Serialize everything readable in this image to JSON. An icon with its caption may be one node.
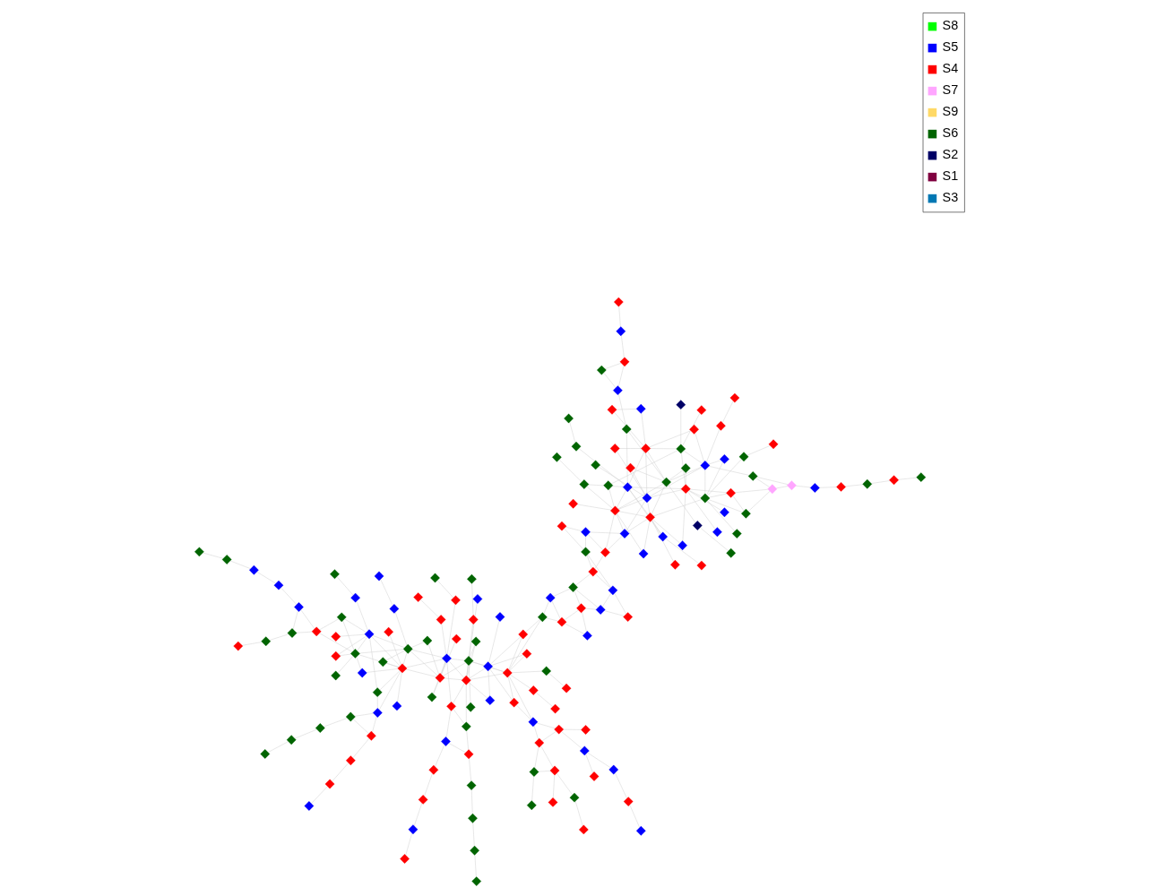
{
  "diagram": {
    "nodes": [
      {
        "text": [],
        "shape": "diamond"
      },
      {
        "text": [],
        "shape": "diamond"
      },
      {
        "text": [],
        "shape": "diamond"
      },
      {
        "text": [],
        "shape": "diamond"
      },
      {
        "text": [],
        "shape": "diamond"
      },
      {
        "text": [],
        "shape": "diamond"
      },
      {
        "text": [],
        "shape": "diamond"
      },
      {
        "text": [],
        "shape": "diamond"
      },
      {
        "text": [],
        "shape": "diamond"
      },
      {
        "text": [],
        "shape": "diamond"
      },
      {
        "text": [],
        "shape": "diamond"
      },
      {
        "text": [],
        "shape": "diamond"
      },
      {
        "text": [],
        "shape": "diamond"
      },
      {
        "text": [],
        "shape": "diamond"
      },
      {
        "text": [],
        "shape": "diamond"
      },
      {
        "text": [],
        "shape": "diamond"
      },
      {
        "text": [],
        "shape": "diamond"
      },
      {
        "text": [],
        "shape": "diamond"
      },
      {
        "text": [],
        "shape": "diamond"
      },
      {
        "text": [],
        "shape": "diamond"
      },
      {
        "text": [],
        "shape": "diamond"
      },
      {
        "text": [],
        "shape": "diamond"
      },
      {
        "text": [],
        "shape": "diamond"
      },
      {
        "text": [],
        "shape": "diamond"
      },
      {
        "text": [],
        "shape": "diamond"
      },
      {
        "text": [],
        "shape": "diamond"
      },
      {
        "text": [],
        "shape": "diamond"
      },
      {
        "text": [],
        "shape": "diamond"
      },
      {
        "text": [],
        "shape": "diamond"
      },
      {
        "text": [],
        "shape": "diamond"
      },
      {
        "text": [],
        "shape": "diamond"
      },
      {
        "text": [],
        "shape": "diamond"
      },
      {
        "text": [],
        "shape": "diamond"
      },
      {
        "text": [],
        "shape": "diamond"
      },
      {
        "text": [],
        "shape": "diamond"
      },
      {
        "text": [],
        "shape": "diamond"
      },
      {
        "text": [],
        "shape": "diamond"
      },
      {
        "text": [],
        "shape": "diamond"
      },
      {
        "text": [],
        "shape": "diamond"
      },
      {
        "text": [],
        "shape": "diamond"
      },
      {
        "text": [],
        "shape": "diamond"
      },
      {
        "text": [],
        "shape": "diamond"
      },
      {
        "text": [],
        "shape": "diamond"
      },
      {
        "text": [],
        "shape": "diamond"
      },
      {
        "text": [],
        "shape": "diamond"
      },
      {
        "text": [],
        "shape": "diamond"
      },
      {
        "text": [],
        "shape": "diamond"
      },
      {
        "text": [],
        "shape": "diamond"
      },
      {
        "text": [],
        "shape": "diamond"
      },
      {
        "text": [],
        "shape": "diamond"
      },
      {
        "text": [],
        "shape": "diamond"
      },
      {
        "text": [],
        "shape": "diamond"
      },
      {
        "text": [],
        "shape": "diamond"
      },
      {
        "text": [],
        "shape": "diamond"
      },
      {
        "text": [],
        "shape": "diamond"
      },
      {
        "text": [],
        "shape": "diamond"
      },
      {
        "text": [],
        "shape": "diamond"
      },
      {
        "text": [],
        "shape": "diamond"
      },
      {
        "text": [],
        "shape": "diamond"
      },
      {
        "text": [],
        "shape": "diamond"
      },
      {
        "text": [],
        "shape": "diamond"
      },
      {
        "text": [],
        "shape": "diamond"
      },
      {
        "text": [],
        "shape": "diamond"
      },
      {
        "text": [],
        "shape": "diamond"
      },
      {
        "text": [],
        "shape": "diamond"
      },
      {
        "text": [],
        "shape": "diamond"
      },
      {
        "text": [],
        "shape": "diamond"
      },
      {
        "text": [],
        "shape": "diamond"
      },
      {
        "text": [],
        "shape": "diamond"
      },
      {
        "text": [],
        "shape": "diamond"
      },
      {
        "text": [],
        "shape": "diamond"
      },
      {
        "text": [],
        "shape": "diamond"
      },
      {
        "text": [],
        "shape": "diamond"
      },
      {
        "text": [],
        "shape": "diamond"
      },
      {
        "text": [],
        "shape": "diamond"
      },
      {
        "text": [],
        "shape": "diamond"
      },
      {
        "text": [],
        "shape": "diamond"
      },
      {
        "text": [],
        "shape": "diamond"
      },
      {
        "text": [],
        "shape": "diamond"
      },
      {
        "text": [],
        "shape": "diamond"
      },
      {
        "text": [],
        "shape": "diamond"
      },
      {
        "text": [],
        "shape": "diamond"
      },
      {
        "text": [],
        "shape": "diamond"
      },
      {
        "text": [],
        "shape": "diamond"
      },
      {
        "text": [],
        "shape": "diamond"
      },
      {
        "text": [],
        "shape": "diamond"
      },
      {
        "text": [],
        "shape": "diamond"
      },
      {
        "text": [],
        "shape": "diamond"
      },
      {
        "text": [],
        "shape": "diamond"
      },
      {
        "text": [],
        "shape": "diamond"
      },
      {
        "text": [],
        "shape": "diamond"
      },
      {
        "text": [],
        "shape": "diamond"
      },
      {
        "text": [],
        "shape": "diamond"
      },
      {
        "text": [],
        "shape": "diamond"
      },
      {
        "text": [],
        "shape": "diamond"
      },
      {
        "text": [],
        "shape": "diamond"
      },
      {
        "text": [],
        "shape": "diamond"
      },
      {
        "text": [],
        "shape": "diamond"
      },
      {
        "text": [],
        "shape": "diamond"
      },
      {
        "text": [],
        "shape": "diamond"
      },
      {
        "text": [],
        "shape": "diamond"
      },
      {
        "text": [],
        "shape": "diamond"
      },
      {
        "text": [],
        "shape": "diamond"
      },
      {
        "text": [],
        "shape": "diamond"
      },
      {
        "text": [],
        "shape": "diamond"
      },
      {
        "text": [],
        "shape": "diamond"
      },
      {
        "text": [],
        "shape": "diamond"
      },
      {
        "text": [],
        "shape": "diamond"
      },
      {
        "text": [],
        "shape": "diamond"
      },
      {
        "text": [],
        "shape": "diamond"
      },
      {
        "text": [],
        "shape": "diamond"
      },
      {
        "text": [],
        "shape": "diamond"
      },
      {
        "text": [],
        "shape": "diamond"
      },
      {
        "text": [],
        "shape": "diamond"
      },
      {
        "text": [],
        "shape": "diamond"
      },
      {
        "text": [],
        "shape": "diamond"
      },
      {
        "text": [],
        "shape": "diamond"
      },
      {
        "text": [],
        "shape": "diamond"
      },
      {
        "text": [],
        "shape": "diamond"
      },
      {
        "text": [],
        "shape": "diamond"
      },
      {
        "text": [],
        "shape": "diamond"
      },
      {
        "text": [],
        "shape": "diamond"
      },
      {
        "text": [],
        "shape": "diamond"
      },
      {
        "text": [],
        "shape": "diamond"
      },
      {
        "text": [],
        "shape": "diamond"
      },
      {
        "text": [],
        "shape": "diamond"
      },
      {
        "text": [],
        "shape": "diamond"
      },
      {
        "text": [],
        "shape": "diamond"
      },
      {
        "text": [],
        "shape": "diamond"
      },
      {
        "text": [],
        "shape": "diamond"
      },
      {
        "text": [],
        "shape": "diamond"
      },
      {
        "text": [],
        "shape": "diamond"
      },
      {
        "text": [],
        "shape": "diamond"
      },
      {
        "text": [],
        "shape": "diamond"
      },
      {
        "text": [],
        "shape": "diamond"
      },
      {
        "text": [],
        "shape": "diamond"
      },
      {
        "text": [],
        "shape": "diamond"
      },
      {
        "text": [],
        "shape": "diamond"
      },
      {
        "text": [],
        "shape": "diamond"
      },
      {
        "text": [],
        "shape": "diamond"
      },
      {
        "text": [],
        "shape": "diamond"
      },
      {
        "text": [],
        "shape": "diamond"
      },
      {
        "text": [],
        "shape": "diamond"
      },
      {
        "text": [],
        "shape": "diamond"
      },
      {
        "text": [],
        "shape": "diamond"
      },
      {
        "text": [],
        "shape": "diamond"
      },
      {
        "text": [],
        "shape": "diamond"
      },
      {
        "text": [],
        "shape": "diamond"
      },
      {
        "text": [],
        "shape": "diamond"
      },
      {
        "text": [],
        "shape": "diamond"
      },
      {
        "text": [],
        "shape": "diamond"
      },
      {
        "text": [],
        "shape": "diamond"
      },
      {
        "text": [],
        "shape": "diamond"
      },
      {
        "text": [],
        "shape": "diamond"
      },
      {
        "text": [],
        "shape": "diamond"
      },
      {
        "text": [],
        "shape": "diamond"
      },
      {
        "text": [],
        "shape": "diamond"
      },
      {
        "text": [],
        "shape": "diamond"
      },
      {
        "text": [],
        "shape": "diamond"
      },
      {
        "text": [],
        "shape": "diamond"
      }
    ],
    "edges": [
      {
        "from": 0,
        "to": 1,
        "arrow": "none"
      },
      {
        "from": 0,
        "to": 2,
        "arrow": "none"
      },
      {
        "from": 0,
        "to": 3,
        "arrow": "none"
      },
      {
        "from": 1,
        "to": 2,
        "arrow": "none"
      },
      {
        "from": 1,
        "to": 4,
        "arrow": "none"
      },
      {
        "from": 2,
        "to": 3,
        "arrow": "none"
      },
      {
        "from": 2,
        "to": 5,
        "arrow": "none"
      },
      {
        "from": 3,
        "to": 6,
        "arrow": "none"
      },
      {
        "from": 4,
        "to": 5,
        "arrow": "none"
      },
      {
        "from": 4,
        "to": 7,
        "arrow": "none"
      },
      {
        "from": 5,
        "to": 6,
        "arrow": "none"
      },
      {
        "from": 5,
        "to": 8,
        "arrow": "none"
      },
      {
        "from": 6,
        "to": 9,
        "arrow": "none"
      },
      {
        "from": 7,
        "to": 8,
        "arrow": "none"
      },
      {
        "from": 8,
        "to": 9,
        "arrow": "none"
      },
      {
        "from": 0,
        "to": 5,
        "arrow": "none"
      },
      {
        "from": 1,
        "to": 6,
        "arrow": "none"
      },
      {
        "from": 3,
        "to": 8,
        "arrow": "none"
      },
      {
        "from": 2,
        "to": 7,
        "arrow": "none"
      },
      {
        "from": 4,
        "to": 9,
        "arrow": "none"
      },
      {
        "from": 10,
        "to": 0,
        "arrow": "none"
      },
      {
        "from": 10,
        "to": 1,
        "arrow": "none"
      },
      {
        "from": 11,
        "to": 0,
        "arrow": "none"
      },
      {
        "from": 12,
        "to": 1,
        "arrow": "none"
      },
      {
        "from": 12,
        "to": 2,
        "arrow": "none"
      },
      {
        "from": 13,
        "to": 2,
        "arrow": "none"
      },
      {
        "from": 14,
        "to": 3,
        "arrow": "none"
      },
      {
        "from": 14,
        "to": 4,
        "arrow": "none"
      },
      {
        "from": 15,
        "to": 3,
        "arrow": "none"
      },
      {
        "from": 16,
        "to": 4,
        "arrow": "none"
      },
      {
        "from": 17,
        "to": 5,
        "arrow": "none"
      },
      {
        "from": 17,
        "to": 6,
        "arrow": "none"
      },
      {
        "from": 18,
        "to": 5,
        "arrow": "none"
      },
      {
        "from": 19,
        "to": 6,
        "arrow": "none"
      },
      {
        "from": 20,
        "to": 7,
        "arrow": "none"
      },
      {
        "from": 20,
        "to": 8,
        "arrow": "none"
      },
      {
        "from": 21,
        "to": 7,
        "arrow": "none"
      },
      {
        "from": 22,
        "to": 8,
        "arrow": "none"
      },
      {
        "from": 23,
        "to": 9,
        "arrow": "none"
      },
      {
        "from": 23,
        "to": 0,
        "arrow": "none"
      },
      {
        "from": 24,
        "to": 9,
        "arrow": "none"
      },
      {
        "from": 25,
        "to": 0,
        "arrow": "none"
      },
      {
        "from": 25,
        "to": 2,
        "arrow": "none"
      },
      {
        "from": 26,
        "to": 1,
        "arrow": "none"
      },
      {
        "from": 27,
        "to": 3,
        "arrow": "none"
      },
      {
        "from": 27,
        "to": 5,
        "arrow": "none"
      },
      {
        "from": 28,
        "to": 4,
        "arrow": "none"
      },
      {
        "from": 29,
        "to": 6,
        "arrow": "none"
      },
      {
        "from": 29,
        "to": 8,
        "arrow": "none"
      },
      {
        "from": 30,
        "to": 7,
        "arrow": "none"
      },
      {
        "from": 31,
        "to": 9,
        "arrow": "none"
      },
      {
        "from": 32,
        "to": 2,
        "arrow": "none"
      },
      {
        "from": 32,
        "to": 4,
        "arrow": "none"
      },
      {
        "from": 33,
        "to": 10,
        "arrow": "none"
      },
      {
        "from": 34,
        "to": 12,
        "arrow": "none"
      },
      {
        "from": 35,
        "to": 15,
        "arrow": "none"
      },
      {
        "from": 36,
        "to": 19,
        "arrow": "none"
      },
      {
        "from": 36,
        "to": 6,
        "arrow": "none"
      },
      {
        "from": 37,
        "to": 22,
        "arrow": "none"
      },
      {
        "from": 38,
        "to": 26,
        "arrow": "none"
      },
      {
        "from": 39,
        "to": 30,
        "arrow": "none"
      },
      {
        "from": 40,
        "to": 4,
        "arrow": "none"
      },
      {
        "from": 40,
        "to": 7,
        "arrow": "none"
      },
      {
        "from": 41,
        "to": 40,
        "arrow": "none"
      },
      {
        "from": 41,
        "to": 7,
        "arrow": "none"
      },
      {
        "from": 42,
        "to": 41,
        "arrow": "none"
      },
      {
        "from": 42,
        "to": 40,
        "arrow": "none"
      },
      {
        "from": 43,
        "to": 42,
        "arrow": "none"
      },
      {
        "from": 43,
        "to": 8,
        "arrow": "none"
      },
      {
        "from": 44,
        "to": 43,
        "arrow": "none"
      },
      {
        "from": 44,
        "to": 42,
        "arrow": "none"
      },
      {
        "from": 45,
        "to": 44,
        "arrow": "none"
      },
      {
        "from": 46,
        "to": 45,
        "arrow": "none"
      },
      {
        "from": 47,
        "to": 46,
        "arrow": "none"
      },
      {
        "from": 48,
        "to": 47,
        "arrow": "none"
      },
      {
        "from": 49,
        "to": 48,
        "arrow": "none"
      },
      {
        "from": 50,
        "to": 1,
        "arrow": "none"
      },
      {
        "from": 50,
        "to": 3,
        "arrow": "none"
      },
      {
        "from": 51,
        "to": 50,
        "arrow": "none"
      },
      {
        "from": 52,
        "to": 51,
        "arrow": "none"
      },
      {
        "from": 53,
        "to": 52,
        "arrow": "none"
      },
      {
        "from": 53,
        "to": 51,
        "arrow": "none"
      },
      {
        "from": 54,
        "to": 53,
        "arrow": "none"
      },
      {
        "from": 55,
        "to": 54,
        "arrow": "none"
      },
      {
        "from": 56,
        "to": 0,
        "arrow": "none"
      },
      {
        "from": 56,
        "to": 2,
        "arrow": "none"
      },
      {
        "from": 56,
        "to": 5,
        "arrow": "none"
      },
      {
        "from": 57,
        "to": 56,
        "arrow": "none"
      },
      {
        "from": 57,
        "to": 0,
        "arrow": "none"
      },
      {
        "from": 58,
        "to": 57,
        "arrow": "none"
      },
      {
        "from": 58,
        "to": 56,
        "arrow": "none"
      },
      {
        "from": 59,
        "to": 58,
        "arrow": "none"
      },
      {
        "from": 60,
        "to": 59,
        "arrow": "none"
      },
      {
        "from": 60,
        "to": 58,
        "arrow": "none"
      },
      {
        "from": 61,
        "to": 60,
        "arrow": "none"
      },
      {
        "from": 61,
        "to": 57,
        "arrow": "none"
      },
      {
        "from": 62,
        "to": 61,
        "arrow": "none"
      },
      {
        "from": 62,
        "to": 60,
        "arrow": "none"
      },
      {
        "from": 63,
        "to": 62,
        "arrow": "none"
      },
      {
        "from": 64,
        "to": 63,
        "arrow": "none"
      },
      {
        "from": 64,
        "to": 62,
        "arrow": "none"
      },
      {
        "from": 65,
        "to": 64,
        "arrow": "none"
      },
      {
        "from": 65,
        "to": 61,
        "arrow": "none"
      },
      {
        "from": 66,
        "to": 65,
        "arrow": "none"
      },
      {
        "from": 66,
        "to": 64,
        "arrow": "none"
      },
      {
        "from": 67,
        "to": 66,
        "arrow": "none"
      },
      {
        "from": 68,
        "to": 67,
        "arrow": "none"
      },
      {
        "from": 68,
        "to": 66,
        "arrow": "none"
      },
      {
        "from": 69,
        "to": 68,
        "arrow": "none"
      },
      {
        "from": 69,
        "to": 65,
        "arrow": "none"
      },
      {
        "from": 70,
        "to": 69,
        "arrow": "none"
      },
      {
        "from": 70,
        "to": 68,
        "arrow": "none"
      },
      {
        "from": 71,
        "to": 70,
        "arrow": "none"
      },
      {
        "from": 72,
        "to": 71,
        "arrow": "none"
      },
      {
        "from": 72,
        "to": 70,
        "arrow": "none"
      },
      {
        "from": 73,
        "to": 71,
        "arrow": "none"
      },
      {
        "from": 73,
        "to": 72,
        "arrow": "none"
      },
      {
        "from": 74,
        "to": 72,
        "arrow": "none"
      },
      {
        "from": 74,
        "to": 73,
        "arrow": "none"
      },
      {
        "from": 75,
        "to": 73,
        "arrow": "none"
      },
      {
        "from": 75,
        "to": 74,
        "arrow": "none"
      },
      {
        "from": 76,
        "to": 74,
        "arrow": "none"
      },
      {
        "from": 76,
        "to": 75,
        "arrow": "none"
      },
      {
        "from": 77,
        "to": 75,
        "arrow": "none"
      },
      {
        "from": 77,
        "to": 76,
        "arrow": "none"
      },
      {
        "from": 78,
        "to": 76,
        "arrow": "none"
      },
      {
        "from": 78,
        "to": 77,
        "arrow": "none"
      },
      {
        "from": 79,
        "to": 77,
        "arrow": "none"
      },
      {
        "from": 79,
        "to": 78,
        "arrow": "none"
      },
      {
        "from": 80,
        "to": 78,
        "arrow": "none"
      },
      {
        "from": 80,
        "to": 79,
        "arrow": "none"
      },
      {
        "from": 81,
        "to": 79,
        "arrow": "none"
      },
      {
        "from": 81,
        "to": 80,
        "arrow": "none"
      },
      {
        "from": 72,
        "to": 75,
        "arrow": "none"
      },
      {
        "from": 74,
        "to": 77,
        "arrow": "none"
      },
      {
        "from": 76,
        "to": 79,
        "arrow": "none"
      },
      {
        "from": 78,
        "to": 81,
        "arrow": "none"
      },
      {
        "from": 82,
        "to": 72,
        "arrow": "none"
      },
      {
        "from": 83,
        "to": 72,
        "arrow": "none"
      },
      {
        "from": 83,
        "to": 73,
        "arrow": "none"
      },
      {
        "from": 84,
        "to": 73,
        "arrow": "none"
      },
      {
        "from": 85,
        "to": 74,
        "arrow": "none"
      },
      {
        "from": 86,
        "to": 74,
        "arrow": "none"
      },
      {
        "from": 86,
        "to": 75,
        "arrow": "none"
      },
      {
        "from": 87,
        "to": 75,
        "arrow": "none"
      },
      {
        "from": 88,
        "to": 76,
        "arrow": "none"
      },
      {
        "from": 89,
        "to": 76,
        "arrow": "none"
      },
      {
        "from": 89,
        "to": 77,
        "arrow": "none"
      },
      {
        "from": 90,
        "to": 77,
        "arrow": "none"
      },
      {
        "from": 91,
        "to": 78,
        "arrow": "none"
      },
      {
        "from": 92,
        "to": 78,
        "arrow": "none"
      },
      {
        "from": 92,
        "to": 79,
        "arrow": "none"
      },
      {
        "from": 93,
        "to": 79,
        "arrow": "none"
      },
      {
        "from": 94,
        "to": 80,
        "arrow": "none"
      },
      {
        "from": 95,
        "to": 80,
        "arrow": "none"
      },
      {
        "from": 95,
        "to": 81,
        "arrow": "none"
      },
      {
        "from": 96,
        "to": 81,
        "arrow": "none"
      },
      {
        "from": 97,
        "to": 72,
        "arrow": "none"
      },
      {
        "from": 98,
        "to": 73,
        "arrow": "none"
      },
      {
        "from": 98,
        "to": 74,
        "arrow": "none"
      },
      {
        "from": 99,
        "to": 75,
        "arrow": "none"
      },
      {
        "from": 100,
        "to": 76,
        "arrow": "none"
      },
      {
        "from": 101,
        "to": 77,
        "arrow": "none"
      },
      {
        "from": 101,
        "to": 78,
        "arrow": "none"
      },
      {
        "from": 102,
        "to": 79,
        "arrow": "none"
      },
      {
        "from": 103,
        "to": 80,
        "arrow": "none"
      },
      {
        "from": 104,
        "to": 81,
        "arrow": "none"
      },
      {
        "from": 104,
        "to": 79,
        "arrow": "none"
      },
      {
        "from": 105,
        "to": 82,
        "arrow": "none"
      },
      {
        "from": 106,
        "to": 85,
        "arrow": "none"
      },
      {
        "from": 107,
        "to": 88,
        "arrow": "none"
      },
      {
        "from": 108,
        "to": 91,
        "arrow": "none"
      },
      {
        "from": 109,
        "to": 94,
        "arrow": "none"
      },
      {
        "from": 110,
        "to": 97,
        "arrow": "none"
      },
      {
        "from": 111,
        "to": 100,
        "arrow": "none"
      },
      {
        "from": 112,
        "to": 72,
        "arrow": "none"
      },
      {
        "from": 112,
        "to": 73,
        "arrow": "none"
      },
      {
        "from": 113,
        "to": 112,
        "arrow": "none"
      },
      {
        "from": 113,
        "to": 72,
        "arrow": "none"
      },
      {
        "from": 114,
        "to": 113,
        "arrow": "none"
      },
      {
        "from": 115,
        "to": 114,
        "arrow": "none"
      },
      {
        "from": 115,
        "to": 113,
        "arrow": "none"
      },
      {
        "from": 116,
        "to": 114,
        "arrow": "none"
      },
      {
        "from": 117,
        "to": 115,
        "arrow": "none"
      },
      {
        "from": 118,
        "to": 116,
        "arrow": "none"
      },
      {
        "from": 118,
        "to": 114,
        "arrow": "none"
      },
      {
        "from": 119,
        "to": 117,
        "arrow": "none"
      },
      {
        "from": 120,
        "to": 118,
        "arrow": "none"
      },
      {
        "from": 121,
        "to": 119,
        "arrow": "none"
      },
      {
        "from": 122,
        "to": 120,
        "arrow": "none"
      },
      {
        "from": 123,
        "to": 121,
        "arrow": "none"
      },
      {
        "from": 124,
        "to": 115,
        "arrow": "none"
      },
      {
        "from": 125,
        "to": 116,
        "arrow": "none"
      },
      {
        "from": 126,
        "to": 117,
        "arrow": "none"
      },
      {
        "from": 127,
        "to": 118,
        "arrow": "none"
      },
      {
        "from": 128,
        "to": 79,
        "arrow": "none"
      },
      {
        "from": 128,
        "to": 80,
        "arrow": "none"
      },
      {
        "from": 129,
        "to": 128,
        "arrow": "none"
      },
      {
        "from": 129,
        "to": 79,
        "arrow": "none"
      },
      {
        "from": 130,
        "to": 129,
        "arrow": "none"
      },
      {
        "from": 131,
        "to": 130,
        "arrow": "none"
      },
      {
        "from": 131,
        "to": 129,
        "arrow": "none"
      },
      {
        "from": 132,
        "to": 130,
        "arrow": "none"
      },
      {
        "from": 133,
        "to": 131,
        "arrow": "none"
      },
      {
        "from": 134,
        "to": 132,
        "arrow": "none"
      },
      {
        "from": 135,
        "to": 133,
        "arrow": "none"
      },
      {
        "from": 136,
        "to": 134,
        "arrow": "none"
      },
      {
        "from": 137,
        "to": 135,
        "arrow": "none"
      },
      {
        "from": 138,
        "to": 81,
        "arrow": "none"
      },
      {
        "from": 138,
        "to": 80,
        "arrow": "none"
      },
      {
        "from": 139,
        "to": 138,
        "arrow": "none"
      },
      {
        "from": 139,
        "to": 81,
        "arrow": "none"
      },
      {
        "from": 140,
        "to": 139,
        "arrow": "none"
      },
      {
        "from": 141,
        "to": 140,
        "arrow": "none"
      },
      {
        "from": 141,
        "to": 139,
        "arrow": "none"
      },
      {
        "from": 142,
        "to": 140,
        "arrow": "none"
      },
      {
        "from": 143,
        "to": 141,
        "arrow": "none"
      },
      {
        "from": 144,
        "to": 142,
        "arrow": "none"
      },
      {
        "from": 145,
        "to": 143,
        "arrow": "none"
      },
      {
        "from": 146,
        "to": 144,
        "arrow": "none"
      },
      {
        "from": 147,
        "to": 146,
        "arrow": "none"
      },
      {
        "from": 148,
        "to": 74,
        "arrow": "none"
      },
      {
        "from": 148,
        "to": 76,
        "arrow": "none"
      },
      {
        "from": 149,
        "to": 148,
        "arrow": "none"
      },
      {
        "from": 149,
        "to": 74,
        "arrow": "none"
      },
      {
        "from": 150,
        "to": 149,
        "arrow": "none"
      },
      {
        "from": 151,
        "to": 150,
        "arrow": "none"
      },
      {
        "from": 151,
        "to": 148,
        "arrow": "none"
      },
      {
        "from": 152,
        "to": 150,
        "arrow": "none"
      },
      {
        "from": 153,
        "to": 151,
        "arrow": "none"
      },
      {
        "from": 154,
        "to": 152,
        "arrow": "none"
      },
      {
        "from": 155,
        "to": 153,
        "arrow": "none"
      },
      {
        "from": 156,
        "to": 154,
        "arrow": "none"
      },
      {
        "from": 157,
        "to": 155,
        "arrow": "none"
      },
      {
        "from": 158,
        "to": 156,
        "arrow": "none"
      },
      {
        "from": 159,
        "to": 157,
        "arrow": "none"
      }
    ],
    "legend": [
      {
        "text": "S8",
        "color": "#00ff00"
      },
      {
        "text": "S5",
        "color": "#0000ff"
      },
      {
        "text": "S4",
        "color": "#ff0000"
      },
      {
        "text": "S7",
        "color": "#ffa6ff"
      },
      {
        "text": "S9",
        "color": "#ffd966"
      },
      {
        "text": "S6",
        "color": "#006400"
      },
      {
        "text": "S2",
        "color": "#000066"
      },
      {
        "text": "S1",
        "color": "#800040"
      },
      {
        "text": "S3",
        "color": "#0077b3"
      }
    ]
  }
}
